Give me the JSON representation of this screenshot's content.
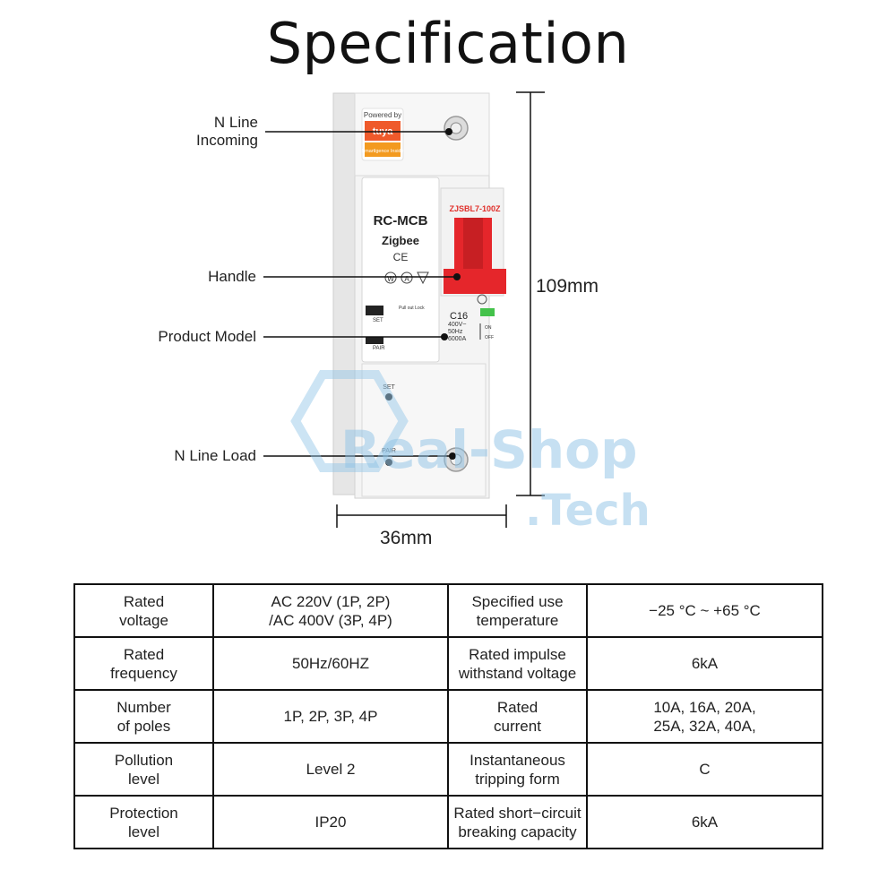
{
  "title": "Specification",
  "callouts": {
    "n_line_incoming": "N Line\nIncoming",
    "handle": "Handle",
    "product_model": "Product Model",
    "n_line_load": "N Line Load"
  },
  "dimensions": {
    "height": "109mm",
    "width": "36mm"
  },
  "device": {
    "powered_by": "Powered by",
    "brand": "tuya",
    "smart_tag": "Smartlgence Inside",
    "name": "RC-MCB",
    "protocol": "Zigbee",
    "ce_mark": "CE",
    "model_code": "ZJSBL7-100Z",
    "rating": "C16",
    "voltage": "400V~",
    "frequency": "50Hz",
    "capacity": "6000A",
    "on_label": "ON",
    "off_label": "OFF",
    "set_label": "SET",
    "pair_label": "PAIR",
    "pull_lock": "Pull out Lock"
  },
  "watermark": {
    "line1": "Real-Shop",
    "line2": ".Tech"
  },
  "specs": [
    [
      "Rated\nvoltage",
      "AC 220V (1P, 2P)\n/AC 400V (3P, 4P)",
      "Specified use\ntemperature",
      "−25 °C ~ +65 °C"
    ],
    [
      "Rated\nfrequency",
      "50Hz/60HZ",
      "Rated impulse\nwithstand voltage",
      "6kA"
    ],
    [
      "Number\nof poles",
      "1P, 2P, 3P, 4P",
      "Rated\ncurrent",
      "10A, 16A, 20A,\n25A, 32A, 40A,"
    ],
    [
      "Pollution\nlevel",
      "Level 2",
      "Instantaneous\ntripping form",
      "C"
    ],
    [
      "Protection\nlevel",
      "IP20",
      "Rated short−circuit\nbreaking capacity",
      "6kA"
    ]
  ]
}
